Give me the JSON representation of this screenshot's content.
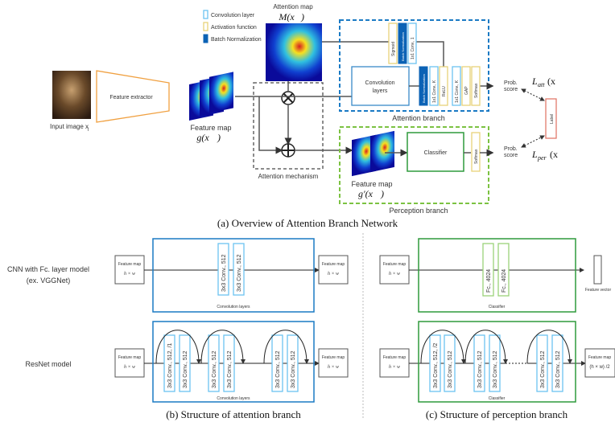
{
  "legend": {
    "conv": "Convolution layer",
    "act": "Activation function",
    "bn": "Batch Normalization"
  },
  "overview": {
    "input_label": "Input image x",
    "input_sub": "i",
    "feature_extractor": "Feature extractor",
    "feature_map": "Feature map",
    "g": "g(x",
    "g_end": ")",
    "attention_map": "Attention map",
    "m": "M(x",
    "attention_mechanism": "Attention mechanism",
    "convolution_layers_1": "Convolution",
    "convolution_layers_2": "layers",
    "sigmoid": "Sigmoid",
    "batch_norm": "Batch Normalization",
    "conv1x1_1": "1x1 Conv., 1",
    "conv1x1_k": "1x1 Conv., K",
    "relu": "ReLU",
    "gap": "GAP",
    "softmax": "Softmax",
    "attention_branch": "Attention branch",
    "perception_branch": "Perception branch",
    "classifier": "Classifier",
    "feature_map_prime": "Feature map",
    "g_prime": "g'(x",
    "prob1": "Prob.",
    "score": "score",
    "l_att": "L",
    "l_att_sub": "att",
    "l_per_sub": "per",
    "x_i": "(x",
    "label": "Label",
    "caption": "(a) Overview of Attention Branch Network"
  },
  "structure": {
    "cnn_label_1": "CNN with Fc. layer model",
    "cnn_label_2": "(ex. VGGNet)",
    "resnet_label": "ResNet model",
    "feature_map": "Feature map",
    "hw": "h × w",
    "hw_half": "(h × w) /2",
    "conv512": "3x3 Conv., 512",
    "conv512_s1": "3x3 Conv., 512, /1",
    "conv512_s2": "3x3 Conv., 512, /2",
    "fc": "Fc., 4024",
    "convolution_layers": "Convolution layers",
    "classifier": "Classifier",
    "feature_vector": "Feature vector",
    "caption_b": "(b) Structure of attention branch",
    "caption_c": "(c) Structure of perception branch"
  },
  "colors": {
    "attention": "#1a7ac4",
    "perception": "#7cc242",
    "classifier": "#2e9a3c",
    "label": "#e07060"
  }
}
